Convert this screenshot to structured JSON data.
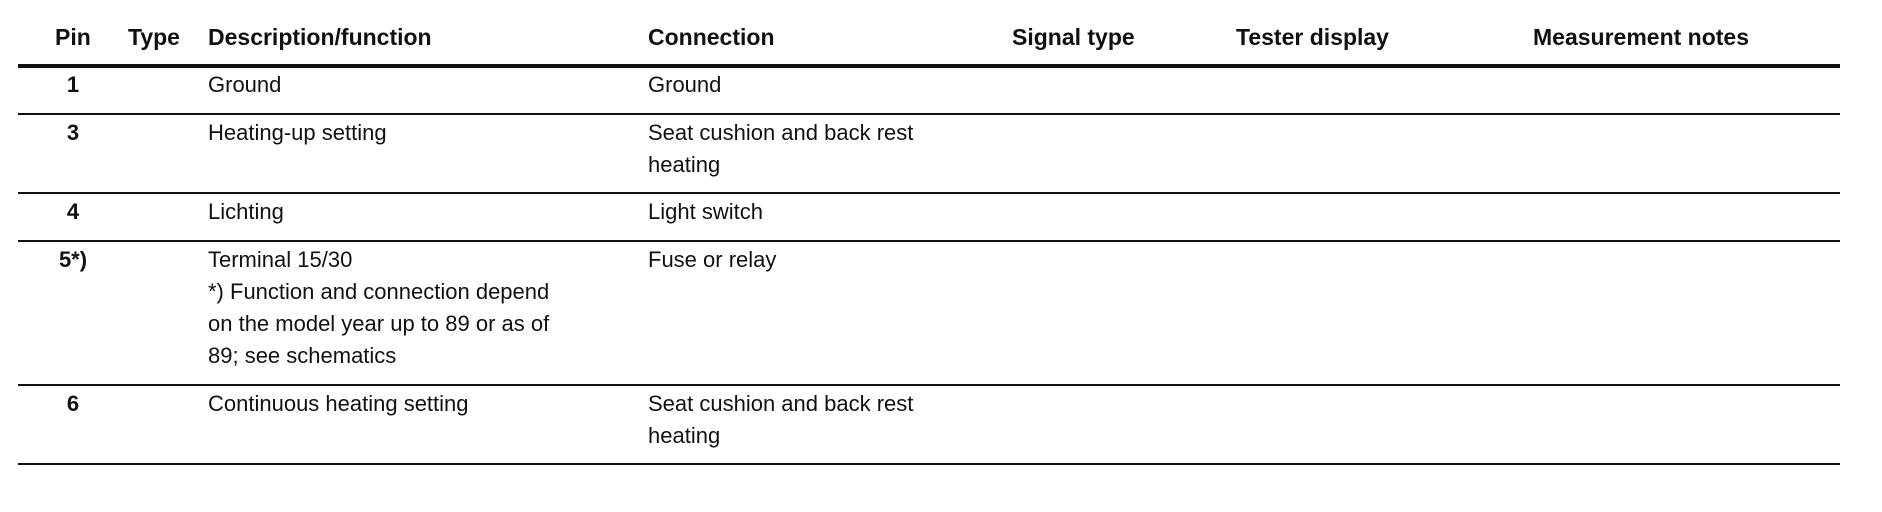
{
  "headers": {
    "pin": "Pin",
    "type": "Type",
    "description": "Description/function",
    "connection": "Connection",
    "signal_type": "Signal type",
    "tester_display": "Tester display",
    "measurement_notes": "Measurement notes"
  },
  "rows": [
    {
      "pin": "1",
      "type": "",
      "description": [
        "Ground"
      ],
      "connection": [
        "Ground"
      ],
      "signal_type": "",
      "tester_display": "",
      "measurement_notes": ""
    },
    {
      "pin": "3",
      "type": "",
      "description": [
        "Heating-up setting"
      ],
      "connection": [
        "Seat cushion and back rest",
        "heating"
      ],
      "signal_type": "",
      "tester_display": "",
      "measurement_notes": ""
    },
    {
      "pin": "4",
      "type": "",
      "description": [
        "Lichting"
      ],
      "connection": [
        "Light switch"
      ],
      "signal_type": "",
      "tester_display": "",
      "measurement_notes": ""
    },
    {
      "pin": "5*)",
      "type": "",
      "description": [
        "Terminal 15/30",
        "*) Function and connection depend",
        "on the model year up to 89 or as of",
        "89; see schematics"
      ],
      "connection": [
        "Fuse or relay"
      ],
      "signal_type": "",
      "tester_display": "",
      "measurement_notes": ""
    },
    {
      "pin": "6",
      "type": "",
      "description": [
        "Continuous heating setting"
      ],
      "connection": [
        "Seat cushion and back rest",
        "heating"
      ],
      "signal_type": "",
      "tester_display": "",
      "measurement_notes": ""
    }
  ]
}
